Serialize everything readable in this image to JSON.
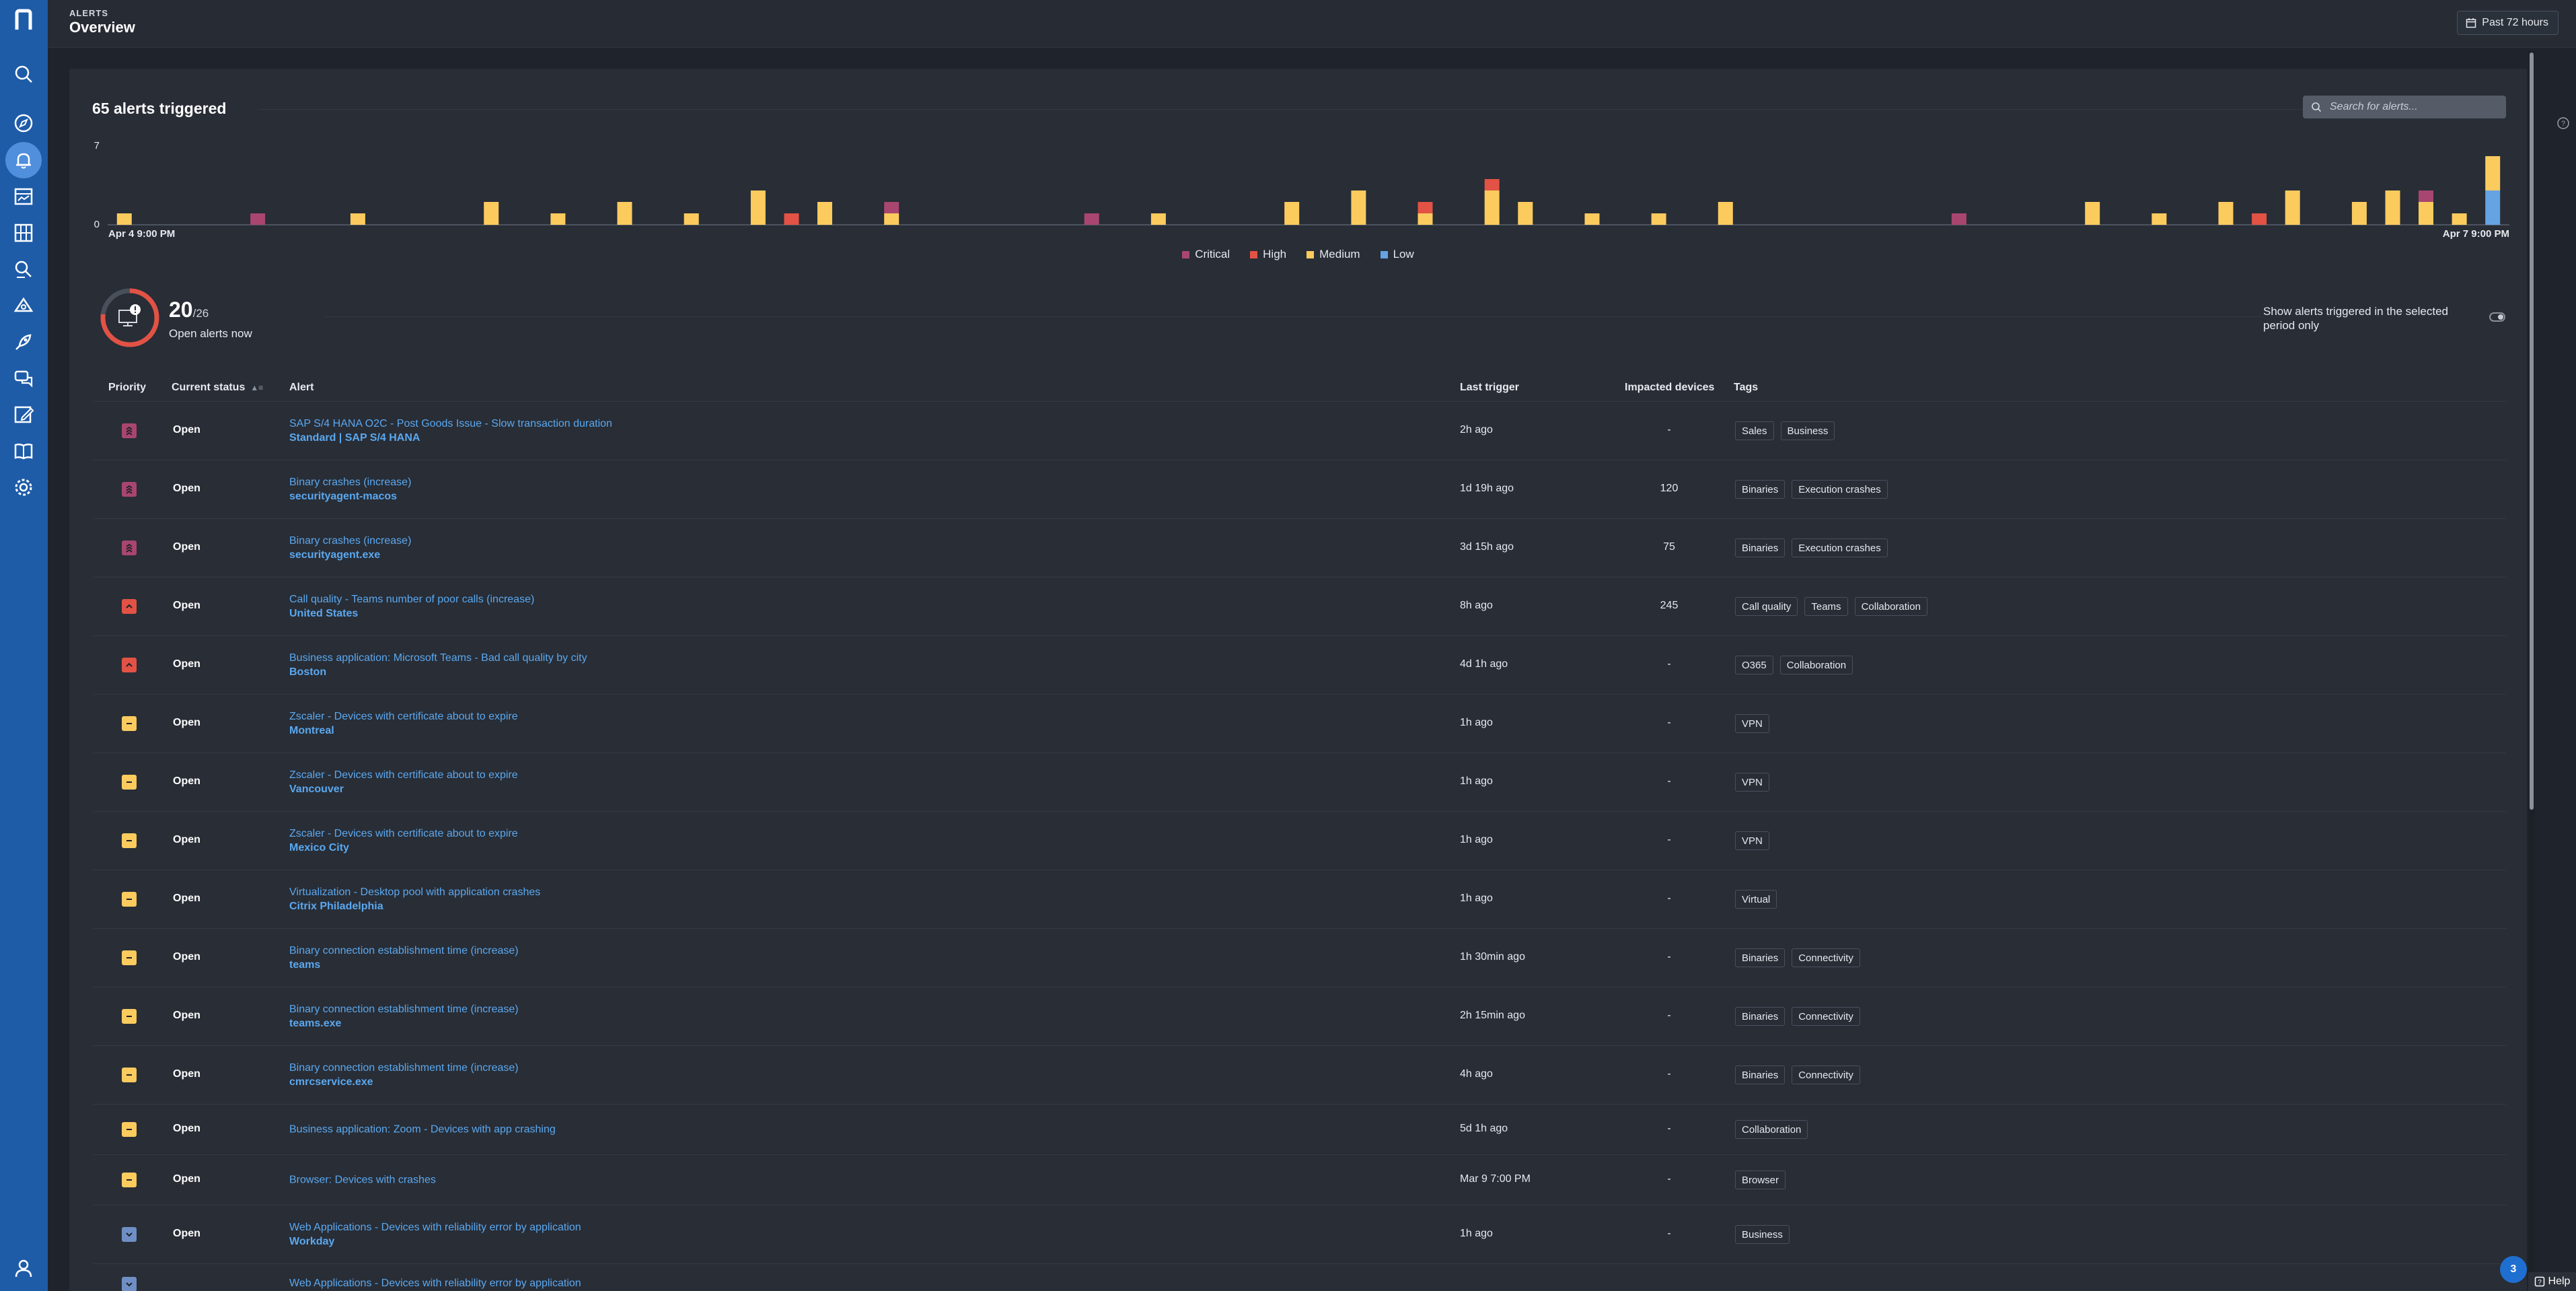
{
  "app": {
    "logo_icon": "n-logo",
    "breadcrumb": "ALERTS",
    "title": "Overview",
    "time_range": "Past 72 hours"
  },
  "nav": {
    "items": [
      {
        "name": "search-icon"
      },
      {
        "name": "compass-icon"
      },
      {
        "name": "bell-icon",
        "active": true
      },
      {
        "name": "dashboard-icon"
      },
      {
        "name": "grid-icon"
      },
      {
        "name": "investigate-icon"
      },
      {
        "name": "remote-actions-icon"
      },
      {
        "name": "rocket-icon"
      },
      {
        "name": "chat-icon"
      },
      {
        "name": "edit-icon"
      },
      {
        "name": "library-icon"
      },
      {
        "name": "settings-icon"
      }
    ],
    "bottom": {
      "name": "user-icon"
    }
  },
  "summary": {
    "alerts_triggered": "65 alerts triggered",
    "search_placeholder": "Search for alerts..."
  },
  "chart_data": {
    "type": "bar",
    "stacked": true,
    "ylim": [
      0,
      7
    ],
    "y_ticks": [
      "7",
      "0"
    ],
    "x_start_label": "Apr 4 9:00 PM",
    "x_end_label": "Apr 7 9:00 PM",
    "slot_count": 72,
    "colors": {
      "Critical": "#a8466f",
      "High": "#e25245",
      "Medium": "#fccb5e",
      "Low": "#64a3e4"
    },
    "series": [
      {
        "name": "Critical",
        "values": [
          0,
          0,
          0,
          0,
          1,
          0,
          0,
          0,
          0,
          0,
          0,
          0,
          0,
          0,
          0,
          0,
          0,
          0,
          0,
          0,
          0,
          0,
          0,
          1,
          0,
          0,
          0,
          0,
          0,
          1,
          0,
          0,
          0,
          0,
          0,
          0,
          0,
          0,
          0,
          0,
          0,
          0,
          0,
          0,
          0,
          0,
          0,
          0,
          0,
          0,
          0,
          0,
          0,
          0,
          0,
          1,
          0,
          0,
          0,
          0,
          0,
          0,
          0,
          0,
          0,
          0,
          0,
          0,
          0,
          1,
          0,
          0
        ]
      },
      {
        "name": "High",
        "values": [
          0,
          0,
          0,
          0,
          0,
          0,
          0,
          0,
          0,
          0,
          0,
          0,
          0,
          0,
          0,
          0,
          0,
          0,
          0,
          0,
          1,
          0,
          0,
          0,
          0,
          0,
          0,
          0,
          0,
          0,
          0,
          0,
          0,
          0,
          0,
          0,
          0,
          0,
          0,
          1,
          0,
          1,
          0,
          0,
          0,
          0,
          0,
          0,
          0,
          0,
          0,
          0,
          0,
          0,
          0,
          0,
          0,
          0,
          0,
          0,
          0,
          0,
          0,
          0,
          1,
          0,
          0,
          0,
          0,
          0,
          0,
          0
        ]
      },
      {
        "name": "Medium",
        "values": [
          1,
          0,
          0,
          0,
          0,
          0,
          0,
          1,
          0,
          0,
          0,
          2,
          0,
          1,
          0,
          2,
          0,
          1,
          0,
          3,
          0,
          2,
          0,
          1,
          0,
          0,
          0,
          0,
          0,
          0,
          0,
          1,
          0,
          0,
          0,
          2,
          0,
          3,
          0,
          1,
          0,
          3,
          2,
          0,
          1,
          0,
          1,
          0,
          2,
          0,
          0,
          0,
          0,
          0,
          0,
          0,
          0,
          0,
          0,
          2,
          0,
          1,
          0,
          2,
          0,
          3,
          0,
          2,
          3,
          2,
          1,
          3
        ]
      },
      {
        "name": "Low",
        "values": [
          0,
          0,
          0,
          0,
          0,
          0,
          0,
          0,
          0,
          0,
          0,
          0,
          0,
          0,
          0,
          0,
          0,
          0,
          0,
          0,
          0,
          0,
          0,
          0,
          0,
          0,
          0,
          0,
          0,
          0,
          0,
          0,
          0,
          0,
          0,
          0,
          0,
          0,
          0,
          0,
          0,
          0,
          0,
          0,
          0,
          0,
          0,
          0,
          0,
          0,
          0,
          0,
          0,
          0,
          0,
          0,
          0,
          0,
          0,
          0,
          0,
          0,
          0,
          0,
          0,
          0,
          0,
          0,
          0,
          0,
          0,
          3
        ]
      }
    ],
    "legend": [
      "Critical",
      "High",
      "Medium",
      "Low"
    ],
    "legend_position": "bottom-center"
  },
  "open_alerts": {
    "count": "20",
    "total": "/26",
    "label": "Open alerts now",
    "fraction": 0.7692
  },
  "period_toggle": {
    "label": "Show alerts triggered in the selected period only",
    "on": false
  },
  "table": {
    "headers": {
      "priority": "Priority",
      "status": "Current status",
      "alert": "Alert",
      "last_trigger": "Last trigger",
      "devices": "Impacted devices",
      "tags": "Tags"
    },
    "priority_colors": {
      "critical": "#a8466f",
      "high": "#e25245",
      "medium": "#fccb5e",
      "low": "#6f8fc4"
    },
    "rows": [
      {
        "priority": "critical",
        "status": "Open",
        "title": "SAP S/4 HANA O2C - Post Goods Issue - Slow transaction duration",
        "sub": "Standard | SAP S/4 HANA",
        "last": "2h ago",
        "devices": "-",
        "tags": [
          "Sales",
          "Business"
        ]
      },
      {
        "priority": "critical",
        "status": "Open",
        "title": "Binary crashes (increase)",
        "sub": "securityagent-macos",
        "last": "1d 19h ago",
        "devices": "120",
        "tags": [
          "Binaries",
          "Execution crashes"
        ]
      },
      {
        "priority": "critical",
        "status": "Open",
        "title": "Binary crashes (increase)",
        "sub": "securityagent.exe",
        "last": "3d 15h ago",
        "devices": "75",
        "tags": [
          "Binaries",
          "Execution crashes"
        ]
      },
      {
        "priority": "high",
        "status": "Open",
        "title": "Call quality - Teams number of poor calls (increase)",
        "sub": "United States",
        "last": "8h ago",
        "devices": "245",
        "tags": [
          "Call quality",
          "Teams",
          "Collaboration"
        ]
      },
      {
        "priority": "high",
        "status": "Open",
        "title": "Business application: Microsoft Teams - Bad call quality by city",
        "sub": "Boston",
        "last": "4d 1h ago",
        "devices": "-",
        "tags": [
          "O365",
          "Collaboration"
        ]
      },
      {
        "priority": "medium",
        "status": "Open",
        "title": "Zscaler - Devices with certificate about to expire",
        "sub": "Montreal",
        "last": "1h ago",
        "devices": "-",
        "tags": [
          "VPN"
        ]
      },
      {
        "priority": "medium",
        "status": "Open",
        "title": "Zscaler - Devices with certificate about to expire",
        "sub": "Vancouver",
        "last": "1h ago",
        "devices": "-",
        "tags": [
          "VPN"
        ]
      },
      {
        "priority": "medium",
        "status": "Open",
        "title": "Zscaler - Devices with certificate about to expire",
        "sub": "Mexico City",
        "last": "1h ago",
        "devices": "-",
        "tags": [
          "VPN"
        ]
      },
      {
        "priority": "medium",
        "status": "Open",
        "title": "Virtualization - Desktop pool with application crashes",
        "sub": "Citrix Philadelphia",
        "last": "1h ago",
        "devices": "-",
        "tags": [
          "Virtual"
        ]
      },
      {
        "priority": "medium",
        "status": "Open",
        "title": "Binary connection establishment time (increase)",
        "sub": "teams",
        "last": "1h 30min ago",
        "devices": "-",
        "tags": [
          "Binaries",
          "Connectivity"
        ]
      },
      {
        "priority": "medium",
        "status": "Open",
        "title": "Binary connection establishment time (increase)",
        "sub": "teams.exe",
        "last": "2h 15min ago",
        "devices": "-",
        "tags": [
          "Binaries",
          "Connectivity"
        ]
      },
      {
        "priority": "medium",
        "status": "Open",
        "title": "Binary connection establishment time (increase)",
        "sub": "cmrcservice.exe",
        "last": "4h ago",
        "devices": "-",
        "tags": [
          "Binaries",
          "Connectivity"
        ]
      },
      {
        "priority": "medium",
        "status": "Open",
        "title": "Business application: Zoom - Devices with app crashing",
        "sub": "",
        "last": "5d 1h ago",
        "devices": "-",
        "tags": [
          "Collaboration"
        ]
      },
      {
        "priority": "medium",
        "status": "Open",
        "title": "Browser: Devices with crashes",
        "sub": "",
        "last": "Mar 9 7:00 PM",
        "devices": "-",
        "tags": [
          "Browser"
        ]
      },
      {
        "priority": "low",
        "status": "Open",
        "title": "Web Applications - Devices with reliability error by application",
        "sub": "Workday",
        "last": "1h ago",
        "devices": "-",
        "tags": [
          "Business"
        ]
      },
      {
        "priority": "low",
        "status": "",
        "title": "Web Applications - Devices with reliability error by application",
        "sub": "",
        "last": "",
        "devices": "",
        "tags": []
      }
    ]
  },
  "footer": {
    "notification_count": "3",
    "help_label": "Help"
  }
}
